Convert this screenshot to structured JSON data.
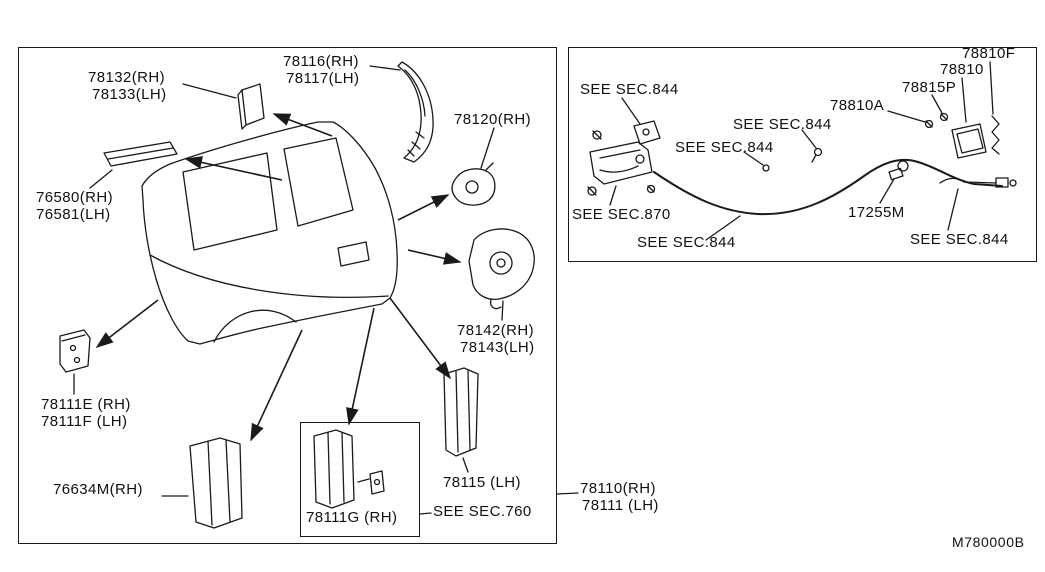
{
  "colors": {
    "ink": "#1a1a1a",
    "background": "#ffffff"
  },
  "footer": {
    "drawing_code": "M780000B"
  },
  "left_panel": {
    "labels": {
      "p78132": "78132(RH)",
      "p78133": "78133(LH)",
      "p78116": "78116(RH)",
      "p78117": "78117(LH)",
      "p78120": "78120(RH)",
      "p76580": "76580(RH)",
      "p76581": "76581(LH)",
      "p78142": "78142(RH)",
      "p78143": "78143(LH)",
      "p78111e": "78111E (RH)",
      "p78111f": "78111F (LH)",
      "p76634m": "76634M(RH)",
      "p78111g": "78111G (RH)",
      "see_sec_760": "SEE SEC.760",
      "p78115": "78115 (LH)",
      "p78110": "78110(RH)",
      "p78111": "78111 (LH)"
    }
  },
  "right_panel": {
    "labels": {
      "see_sec_844_top_left": "SEE SEC.844",
      "p78810f": "78810F",
      "p78810": "78810",
      "p78815p": "78815P",
      "p78810a": "78810A",
      "see_sec_844_mid_upper": "SEE SEC.844",
      "see_sec_844_mid_lower": "SEE SEC.844",
      "see_sec_870": "SEE SEC.870",
      "see_sec_844_bottom_left": "SEE SEC.844",
      "p17255m": "17255M",
      "see_sec_844_bottom_right": "SEE SEC.844"
    }
  }
}
